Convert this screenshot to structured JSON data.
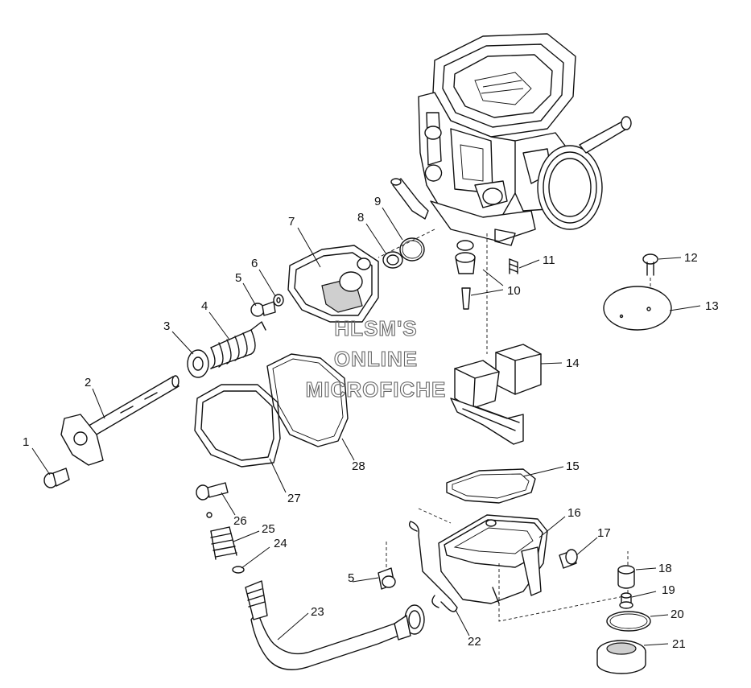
{
  "labels": [
    "1",
    "2",
    "3",
    "4",
    "5",
    "6",
    "7",
    "8",
    "9",
    "10",
    "11",
    "12",
    "13",
    "14",
    "15",
    "16",
    "17",
    "18",
    "19",
    "20",
    "21",
    "22",
    "23",
    "24",
    "25",
    "26",
    "27",
    "28",
    "5"
  ],
  "watermark": [
    "HLSM'S",
    "ONLINE",
    "MICROFICHE"
  ]
}
